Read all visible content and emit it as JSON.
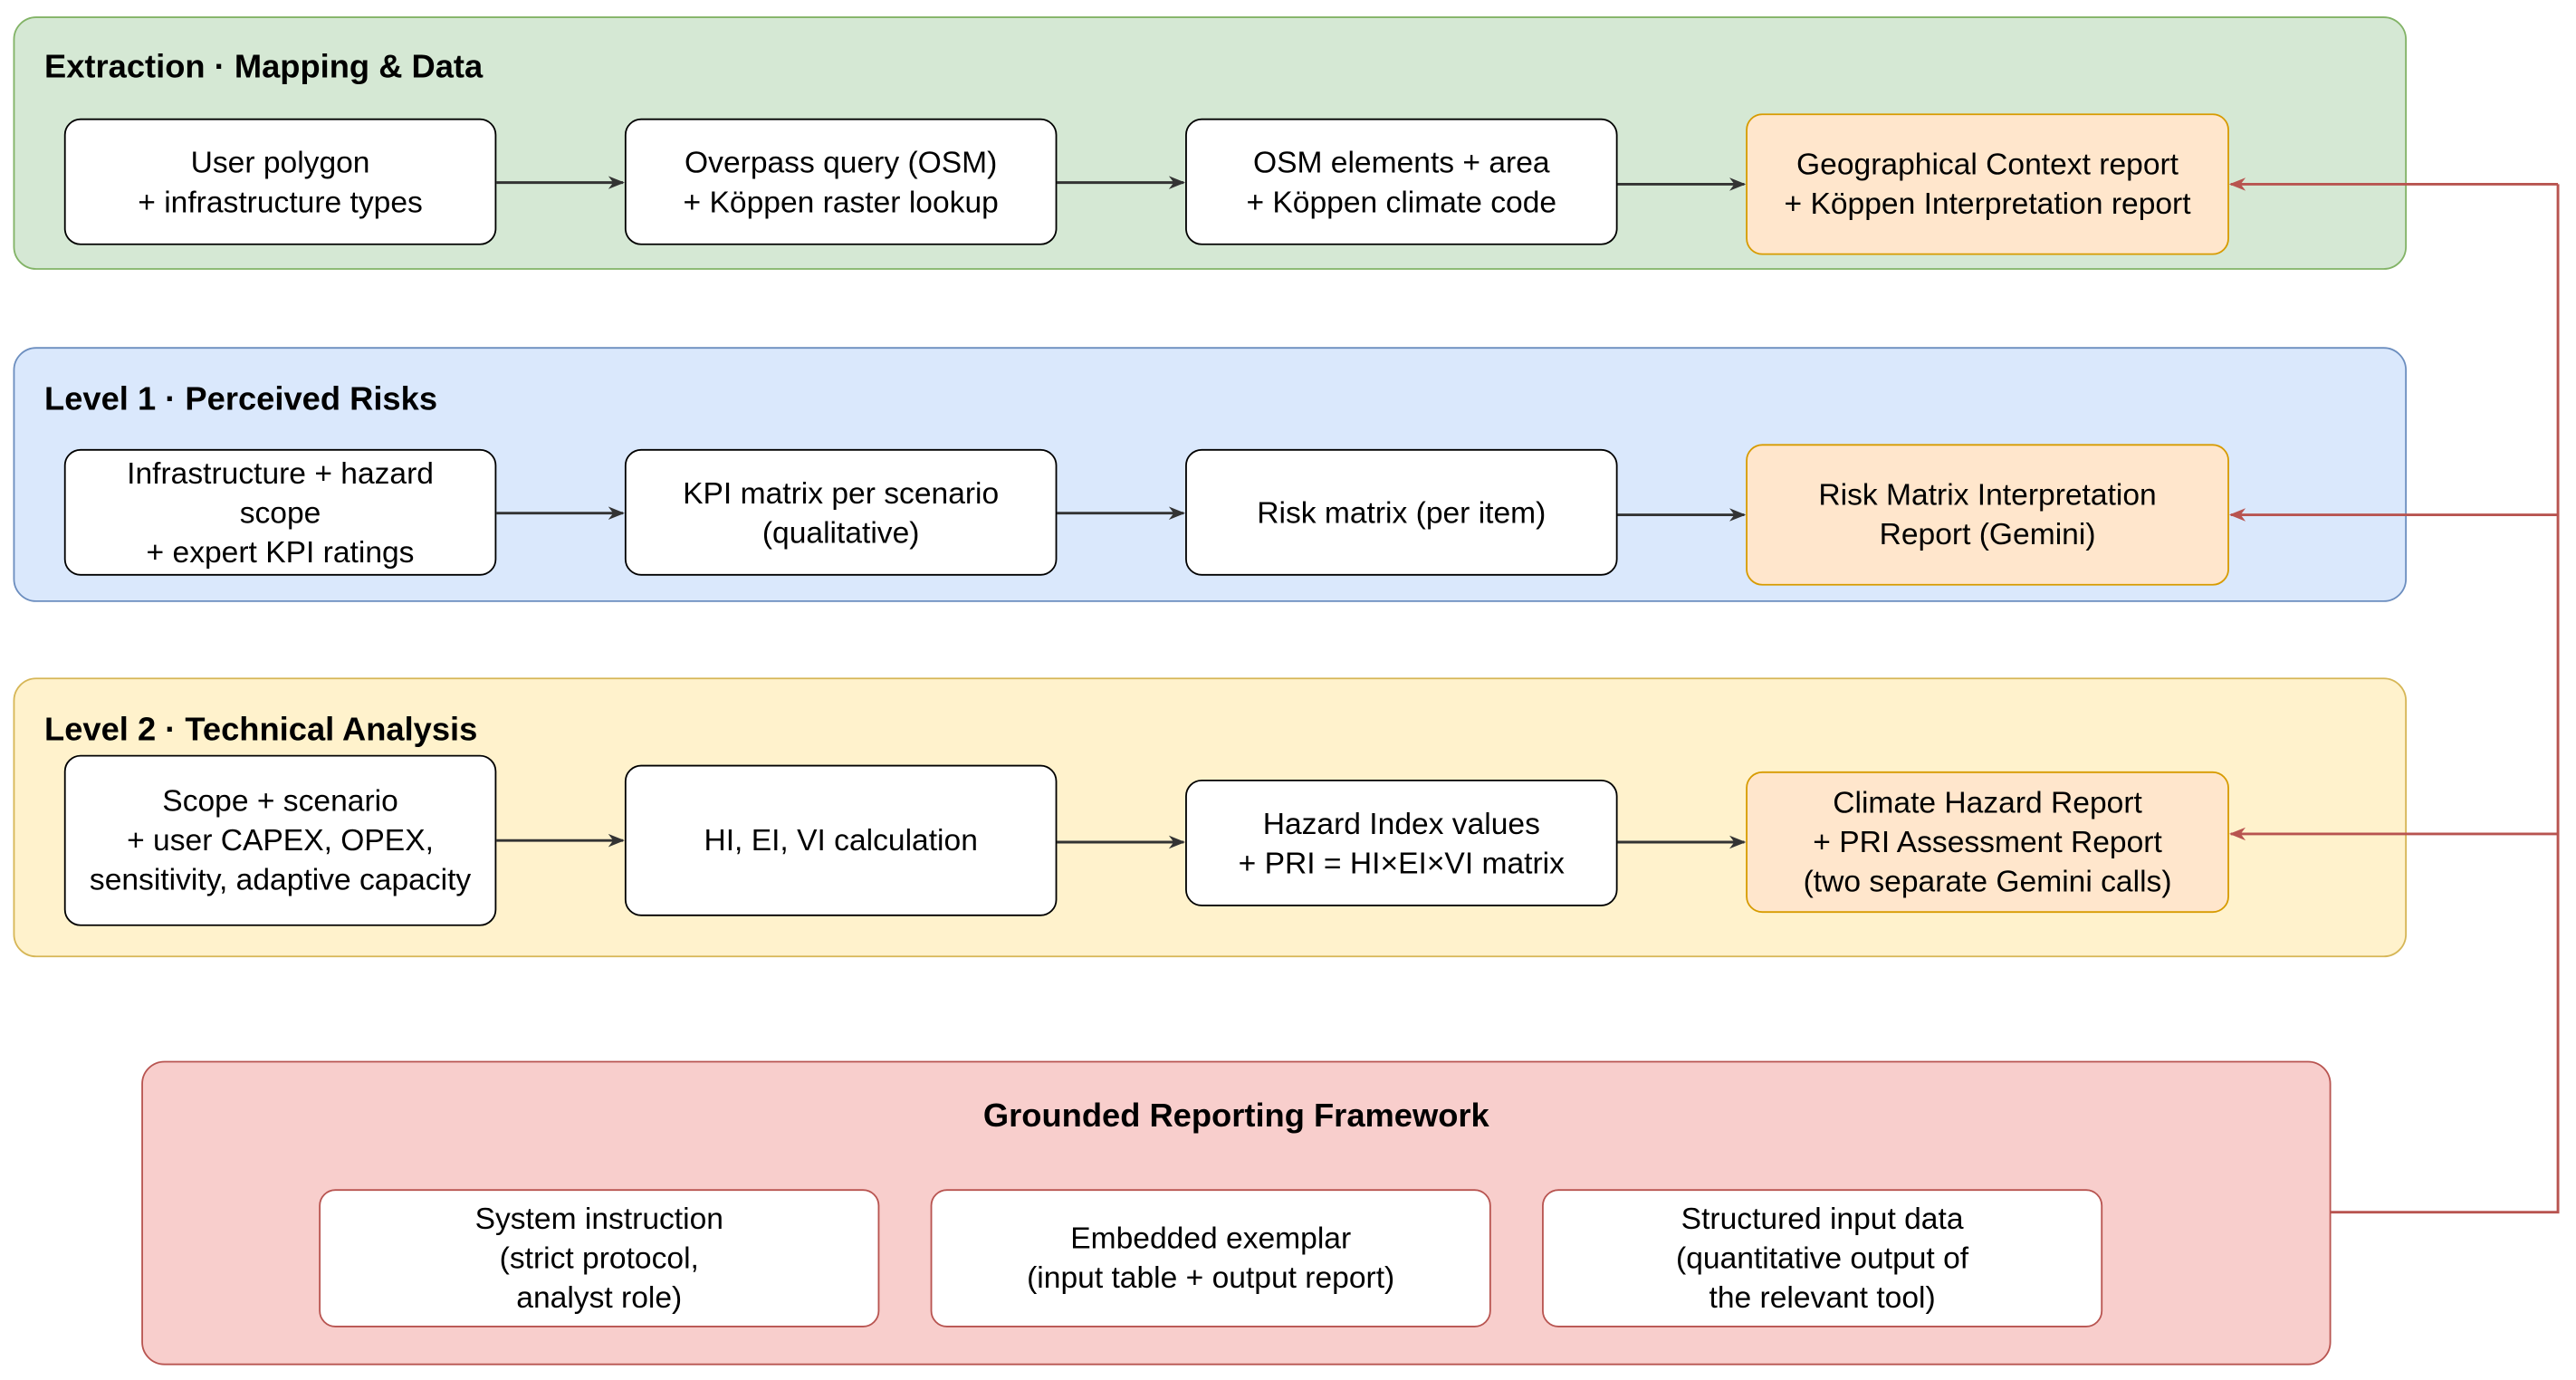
{
  "bands": {
    "extraction": {
      "title": "Extraction · Mapping & Data",
      "nodes": [
        "User polygon\n+ infrastructure types",
        "Overpass query (OSM)\n+ Köppen raster lookup",
        "OSM elements + area\n+ Köppen climate code",
        "Geographical Context report\n+ Köppen Interpretation report"
      ]
    },
    "level1": {
      "title": "Level 1 · Perceived Risks",
      "nodes": [
        "Infrastructure + hazard\nscope\n+ expert KPI ratings",
        "KPI matrix per scenario\n(qualitative)",
        "Risk matrix (per item)",
        "Risk Matrix Interpretation\nReport (Gemini)"
      ]
    },
    "level2": {
      "title": "Level 2 · Technical Analysis",
      "nodes": [
        "Scope + scenario\n+ user CAPEX, OPEX,\nsensitivity, adaptive capacity",
        "HI, EI, VI calculation",
        "Hazard Index values\n+ PRI = HI×EI×VI matrix",
        "Climate Hazard Report\n+ PRI Assessment Report\n(two separate Gemini calls)"
      ]
    },
    "framework": {
      "title": "Grounded Reporting Framework",
      "nodes": [
        "System instruction\n(strict protocol,\nanalyst role)",
        "Embedded exemplar\n(input table + output report)",
        "Structured input data\n(quantitative output of\nthe relevant tool)"
      ]
    }
  },
  "colors": {
    "arrow": "#333333",
    "feedback": "#b85450",
    "green_fill": "#d5e8d4",
    "blue_fill": "#dae8fc",
    "yellow_fill": "#fff2cc",
    "red_fill": "#f8cecc",
    "report_fill": "#ffe6cc"
  }
}
